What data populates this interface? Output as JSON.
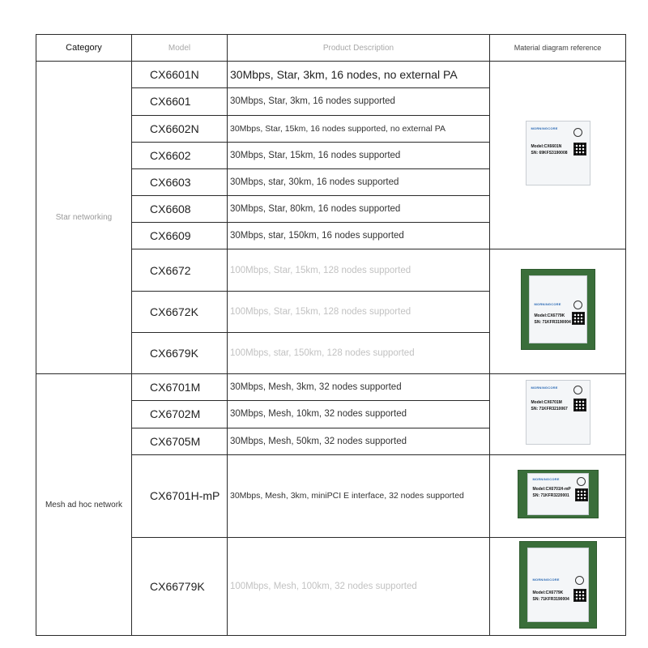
{
  "header": {
    "category": "Category",
    "model": "Model",
    "description": "Product Description",
    "reference": "Material diagram reference"
  },
  "groups": [
    {
      "category": "Star networking",
      "rows": [
        {
          "model": "CX6601N",
          "description": "30Mbps, Star, 3km, 16 nodes, no external PA"
        },
        {
          "model": "CX6601",
          "description": "30Mbps, Star, 3km, 16 nodes supported"
        },
        {
          "model": "CX6602N",
          "description": "30Mbps, Star, 15km, 16 nodes supported, no external PA"
        },
        {
          "model": "CX6602",
          "description": "30Mbps, Star, 15km, 16 nodes supported"
        },
        {
          "model": "CX6603",
          "description": "30Mbps, star, 30km, 16 nodes supported"
        },
        {
          "model": "CX6608",
          "description": "30Mbps, Star, 80km, 16 nodes supported"
        },
        {
          "model": "CX6609",
          "description": "30Mbps, star, 150km, 16 nodes supported"
        },
        {
          "model": "CX6672",
          "description": "100Mbps, Star, 15km, 128 nodes supported"
        },
        {
          "model": "CX6672K",
          "description": "100Mbps, Star, 15km, 128 nodes supported"
        },
        {
          "model": "CX6679K",
          "description": "100Mbps, star, 150km, 128 nodes supported"
        }
      ]
    },
    {
      "category": "Mesh ad hoc network",
      "rows": [
        {
          "model": "CX6701M",
          "description": "30Mbps, Mesh, 3km, 32 nodes supported"
        },
        {
          "model": "CX6702M",
          "description": "30Mbps, Mesh, 10km, 32 nodes supported"
        },
        {
          "model": "CX6705M",
          "description": "30Mbps, Mesh, 50km, 32 nodes supported"
        },
        {
          "model": "CX6701H-mP",
          "description": "30Mbps, Mesh, 3km, miniPCI E interface, 32 nodes supported"
        },
        {
          "model": "CX66779K",
          "description": "100Mbps, Mesh, 100km, 32 nodes supported"
        }
      ]
    }
  ],
  "images": [
    {
      "brand": "MORNINGCORE",
      "model_line": "Model:CX6601N",
      "sn_line": "SN: 69KFS3190008",
      "icon": "chip-module-icon"
    },
    {
      "brand": "MORNINGCORE",
      "model_line": "Model:CX6779K",
      "sn_line": "SN: 71KFR3190004",
      "icon": "chip-module-icon"
    },
    {
      "brand": "MORNINGCORE",
      "model_line": "Model:CX6701M",
      "sn_line": "SN: 71KFR3210067",
      "icon": "chip-module-icon"
    },
    {
      "brand": "MORNINGCORE",
      "model_line": "Model:CX6701H-mP",
      "sn_line": "SN: 71KFR3220001",
      "icon": "chip-module-icon"
    },
    {
      "brand": "MORNINGCORE",
      "model_line": "Model:CX6779K",
      "sn_line": "SN: 71KFR3190004",
      "icon": "chip-module-icon"
    }
  ]
}
